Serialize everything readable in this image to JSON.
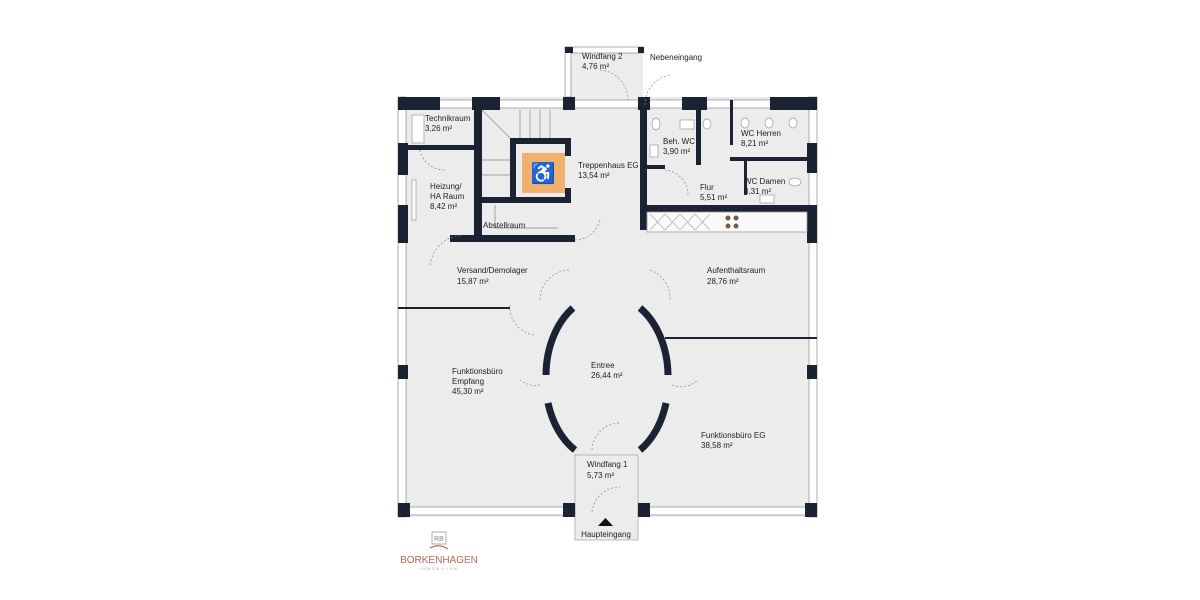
{
  "rooms": [
    {
      "name": "Windfang 2",
      "area": "4,76 m²"
    },
    {
      "name": "Technikraum",
      "area": "3,26 m²"
    },
    {
      "name": "Heizung/",
      "name2": "HA Raum",
      "area": "8,42 m²"
    },
    {
      "name": "Treppenhaus EG",
      "area": "13,54 m²"
    },
    {
      "name": "Beh. WC",
      "area": "3,90 m²"
    },
    {
      "name": "WC Herren",
      "area": "8,21 m²"
    },
    {
      "name": "WC Damen",
      "area": "3,31 m²"
    },
    {
      "name": "Flur",
      "area": "5,51 m²"
    },
    {
      "name": "Abstellraum"
    },
    {
      "name": "Versand/Demolager",
      "area": "15,87 m²"
    },
    {
      "name": "Aufenthaltsraum",
      "area": "28,76 m²"
    },
    {
      "name": "Funktionsbüro",
      "name2": "Empfang",
      "area": "45,30 m²"
    },
    {
      "name": "Entree",
      "area": "26,44 m²"
    },
    {
      "name": "Funktionsbüro EG",
      "area": "38,58 m²"
    },
    {
      "name": "Windfang 1",
      "area": "5,73 m²"
    }
  ],
  "entrances": {
    "side": "Nebeneingang",
    "main": "Haupteingang"
  },
  "logo": {
    "monogram": "RB",
    "name": "BORKENHAGEN",
    "sub": "IMMOBILIEN"
  },
  "icons": {
    "elevator": "wheelchair-icon",
    "entrance": "triangle-up-icon"
  },
  "colors": {
    "wall": "#1a2233",
    "floor": "#ececec",
    "elevator": "#f0b070",
    "logo": "#b06a5a"
  }
}
